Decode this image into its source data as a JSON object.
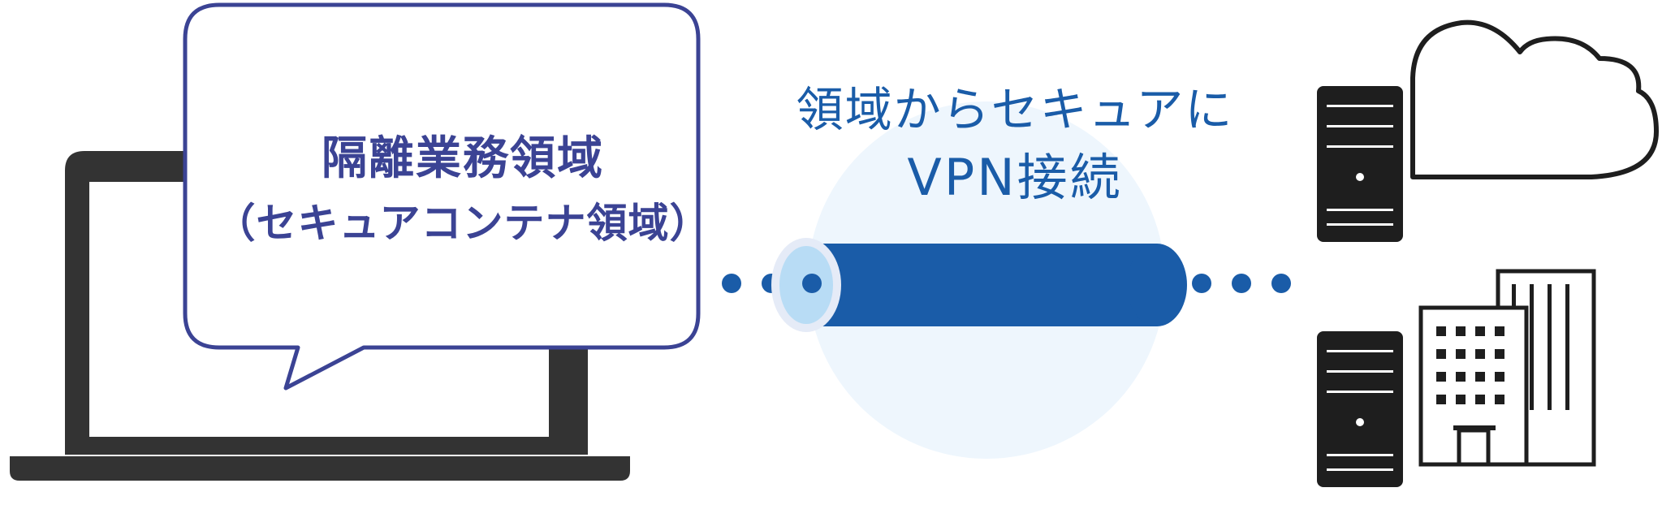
{
  "bubble": {
    "title": "隔離業務領域",
    "subtitle": "（セキュアコンテナ領域）"
  },
  "connection": {
    "line1": "領域からセキュアに",
    "line2": "VPN接続"
  },
  "icons": [
    "laptop-icon",
    "speech-bubble",
    "vpn-tunnel-icon",
    "server-icon",
    "cloud-icon",
    "office-building-icon"
  ],
  "colors": {
    "bubble_border": "#3b4394",
    "bubble_text": "#3b4394",
    "tunnel": "#1a5ca8",
    "tunnel_opening": "#b8dcf5",
    "glow": "#eef6fd",
    "device": "#333333"
  }
}
